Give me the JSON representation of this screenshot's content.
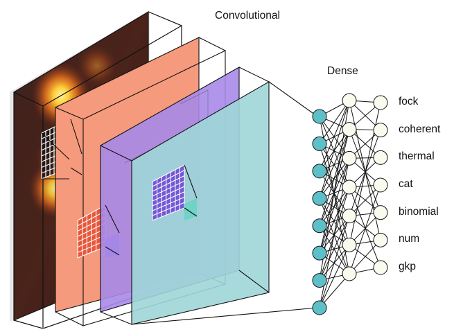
{
  "labels": {
    "convolutional": "Convolutional",
    "dense": "Dense"
  },
  "network": {
    "input_nodes": 8,
    "hidden_nodes": 7,
    "outputs": [
      "fock",
      "coherent",
      "thermal",
      "cat",
      "binomial",
      "num",
      "gkp"
    ]
  },
  "colors": {
    "input_node": "#5ebfc9",
    "hidden_node": "#fafaee",
    "layer_salmon": "#f59a7d",
    "layer_purple": "#a78ae9",
    "layer_teal": "#9fd6d8",
    "grid_purple": "#8a6fe0",
    "grid_teal": "#6fd3c7",
    "heatmap_dark": "#3a1f1a",
    "heatmap_hot": "#ffd23f"
  }
}
